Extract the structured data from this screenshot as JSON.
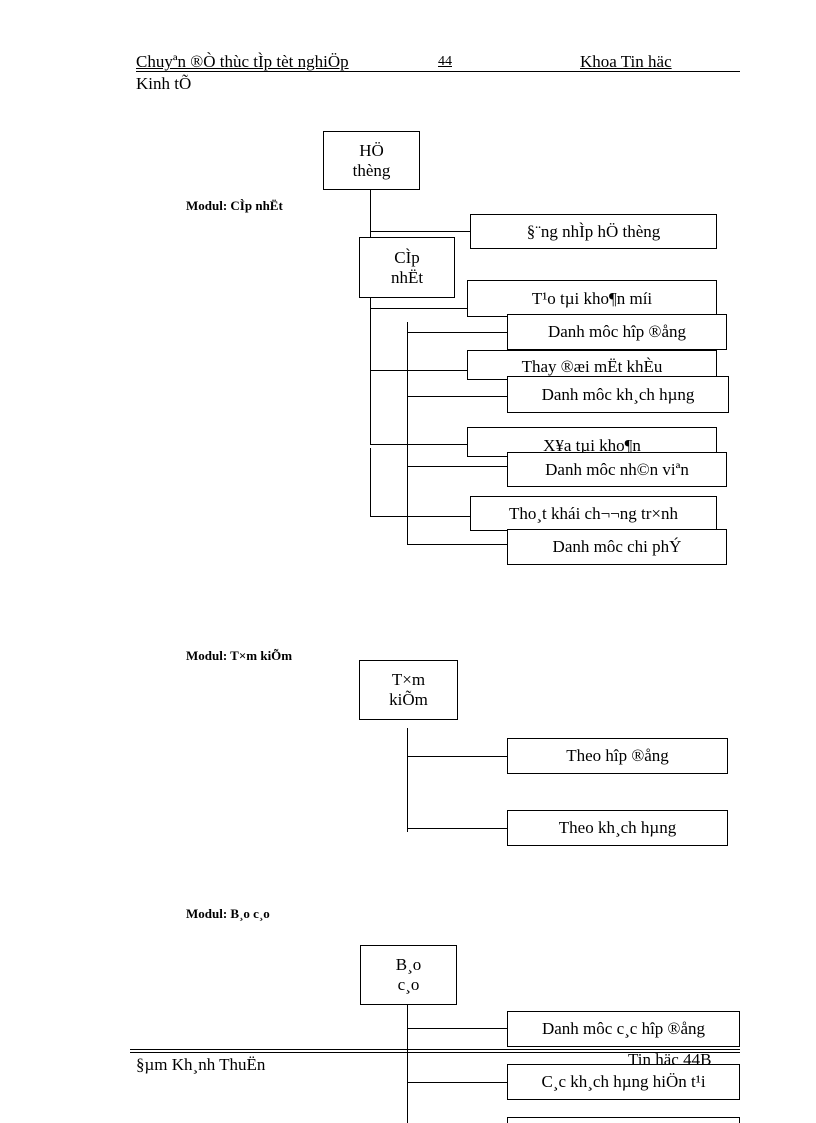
{
  "header": {
    "title": "Chuyªn ®Ò thùc tÌp tèt nghiÖp",
    "page_number": "44",
    "department": "Khoa Tin häc",
    "department_cont": "Kinh tÕ"
  },
  "modules": {
    "system_label": "Modul: CÌp nhËt",
    "search_label": "Modul: T×m kiÕm",
    "report_label": "Modul: B¸o c¸o"
  },
  "system": {
    "root_line1": "HÖ",
    "root_line2": "thèng",
    "login": "§¨ng nhÌp hÖ thèng",
    "new_account": "T¹o tµi kho¶n míi",
    "change_password": "Thay ®æi mËt khÈu",
    "delete_account": "X¥a tµi kho¶n",
    "restore": "Tho¸t khái ch¬­¬­ng tr×nh"
  },
  "update": {
    "root_line1": "CÌp",
    "root_line2": "nhËt",
    "contracts": "Danh môc hîp ®ång",
    "customers": "Danh môc kh¸ch hµng",
    "staff": "Danh môc nh©n viªn",
    "costs": "Danh môc chi phÝ"
  },
  "search": {
    "root_line1": "T×m",
    "root_line2": "kiÕm",
    "by_contract": "Theo hîp ®ång",
    "by_customer": "Theo kh¸ch hµng"
  },
  "report": {
    "root_line1": "B¸o",
    "root_line2": "c¸o",
    "contracts": "Danh môc c¸c hîp ®ång",
    "current_customers": "C¸c kh¸ch hµng hiÖn t¹i"
  },
  "footer": {
    "author": "§µm Kh¸nh ThuËn",
    "class": "Tin häc 44B"
  }
}
